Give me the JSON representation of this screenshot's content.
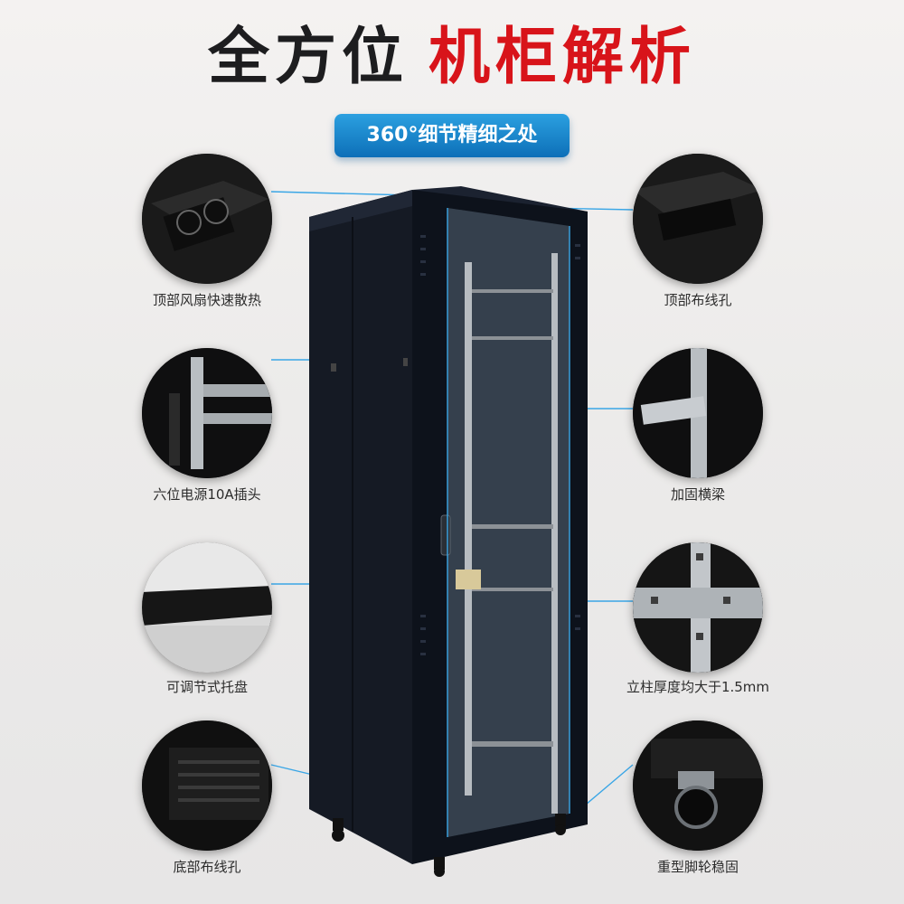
{
  "title": {
    "part1": "全方位",
    "part2": "机柜解析"
  },
  "subtitle": "360°细节精细之处",
  "colors": {
    "title_dark": "#1d1d1f",
    "title_red": "#d8141a",
    "accent_blue": "#1683c8",
    "connector": "#3aa6e6"
  },
  "features_left": [
    {
      "label": "顶部风扇快速散热",
      "icon": "fan-vent-icon"
    },
    {
      "label": "六位电源10A插头",
      "icon": "power-strip-icon"
    },
    {
      "label": "可调节式托盘",
      "icon": "tray-icon"
    },
    {
      "label": "底部布线孔",
      "icon": "bottom-cable-hole-icon"
    }
  ],
  "features_right": [
    {
      "label": "顶部布线孔",
      "icon": "top-cable-hole-icon"
    },
    {
      "label": "加固横梁",
      "icon": "crossbeam-icon"
    },
    {
      "label": "立柱厚度均大于1.5mm",
      "icon": "post-icon"
    },
    {
      "label": "重型脚轮稳固",
      "icon": "caster-wheel-icon"
    }
  ]
}
